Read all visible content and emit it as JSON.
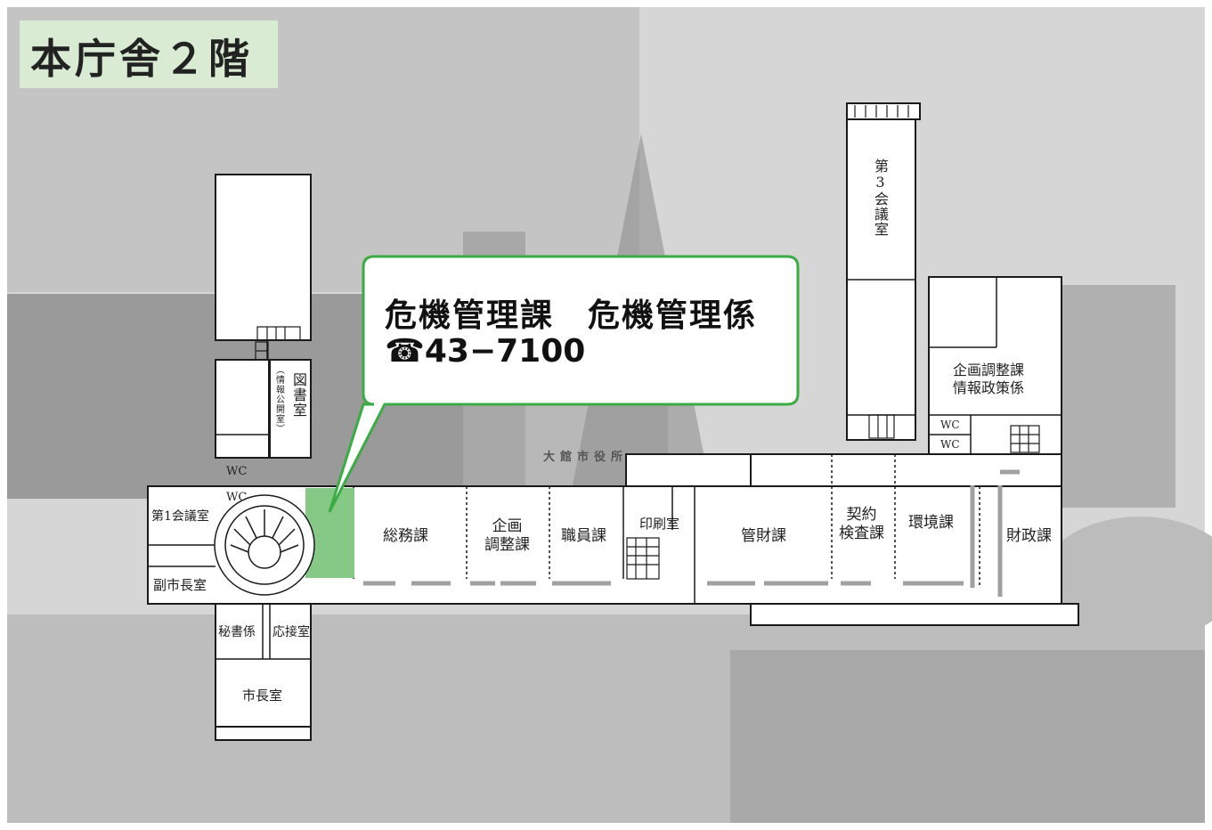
{
  "floor_title": "本庁舎２階",
  "callout": {
    "department": "危機管理課　危機管理係",
    "phone_icon": "phone-icon",
    "phone": "☎43−7100",
    "highlight_color": "#86c987",
    "border_color": "#3bab44"
  },
  "background_sign": "大館市役所",
  "rooms": {
    "conference_1": "第1会議室",
    "vice_mayor": "副市長室",
    "secretary": "秘書係",
    "reception": "応接室",
    "mayor": "市長室",
    "wc_1": "WC",
    "wc_2": "WC",
    "library": "図書室",
    "library_note": "（情報公開室）",
    "general_affairs": "総務課",
    "planning": "企画\n調整課",
    "personnel": "職員課",
    "printing": "印刷室",
    "property": "管財課",
    "contract": "契約\n検査課",
    "environment": "環境課",
    "finance": "財政課",
    "conference_3": "第3会議室",
    "planning_info": "企画調整課\n情報政策係",
    "wc_3": "WC",
    "wc_4": "WC"
  }
}
